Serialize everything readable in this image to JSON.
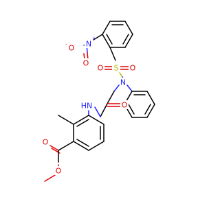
{
  "diagram": {
    "type": "skeletal-formula",
    "atom_labels": {
      "nitro_n": "N",
      "nitro_n_charge": "+",
      "nitro_o_single": "O",
      "nitro_o_single_charge": "-",
      "nitro_o_double": "O",
      "sulfonyl_s": "S",
      "sulfonyl_o_left": "O",
      "sulfonyl_o_right": "O",
      "sulfonamide_n": "N",
      "amide_nh": "HN",
      "amide_o": "O",
      "ester_o_carbonyl": "O",
      "ester_o_methoxy": "O"
    },
    "colors": {
      "carbon_bonds": "#000000",
      "oxygen": "#e00000",
      "nitrogen": "#2020ff",
      "sulfur": "#b8b800"
    }
  }
}
